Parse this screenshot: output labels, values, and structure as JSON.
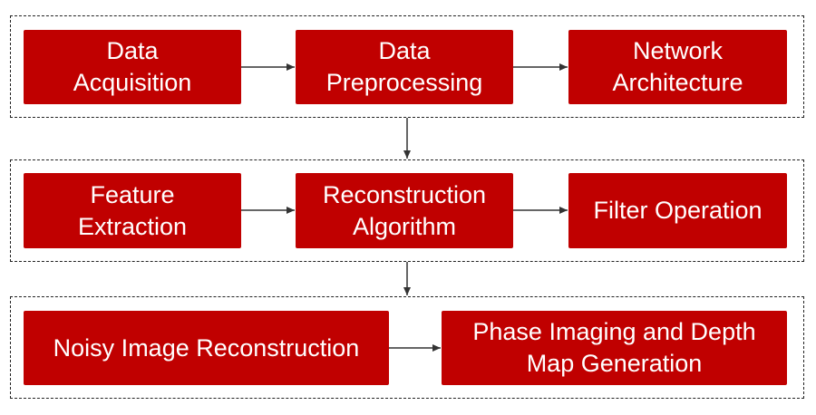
{
  "colors": {
    "box_fill": "#c00000",
    "box_text": "#ffffff",
    "connector": "#333333",
    "group_border": "#222222"
  },
  "rows": [
    {
      "boxes": [
        {
          "label": "Data\nAcquisition"
        },
        {
          "label": "Data\nPreprocessing"
        },
        {
          "label": "Network\nArchitecture"
        }
      ]
    },
    {
      "boxes": [
        {
          "label": "Feature\nExtraction"
        },
        {
          "label": "Reconstruction\nAlgorithm"
        },
        {
          "label": "Filter Operation"
        }
      ]
    },
    {
      "boxes": [
        {
          "label": "Noisy Image Reconstruction"
        },
        {
          "label": "Phase Imaging and Depth\nMap Generation"
        }
      ]
    }
  ]
}
